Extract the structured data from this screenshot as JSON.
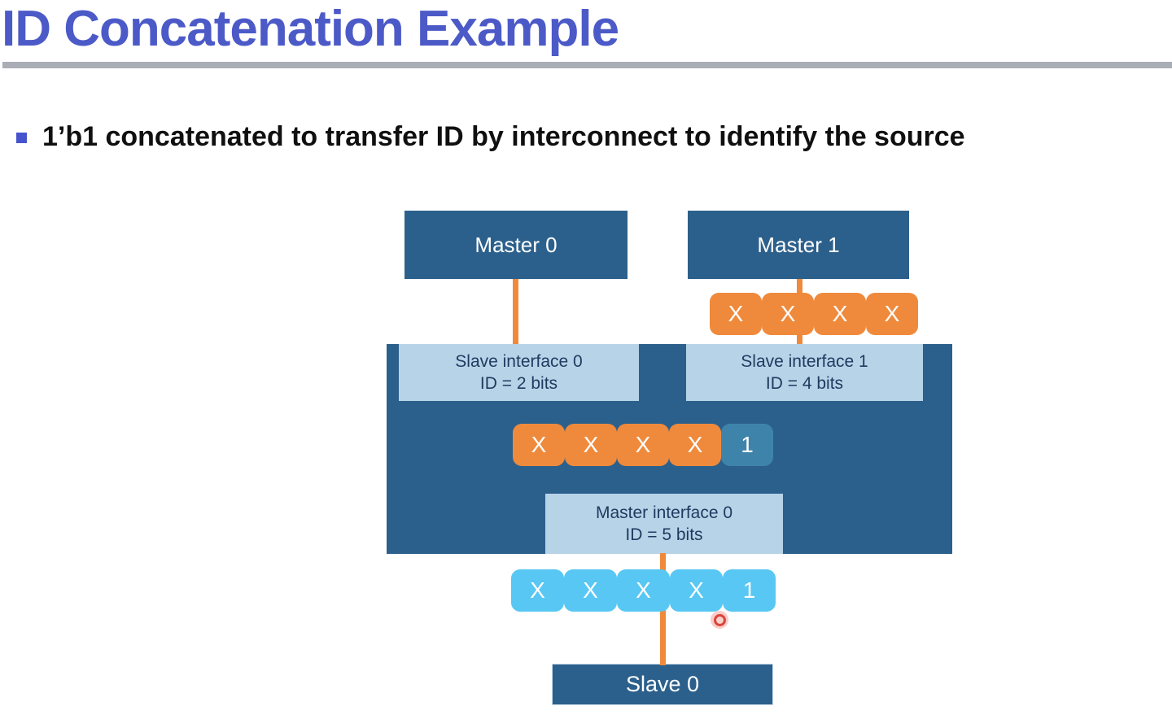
{
  "slide": {
    "title": "ID Concatenation Example",
    "bullet": "1’b1 concatenated to transfer ID by interconnect to identify the source"
  },
  "diagram": {
    "master0_label": "Master 0",
    "master1_label": "Master 1",
    "slave0_label": "Slave 0",
    "slave_interface0": {
      "title": "Slave interface 0",
      "id": "ID = 2 bits"
    },
    "slave_interface1": {
      "title": "Slave interface 1",
      "id": "ID = 4 bits"
    },
    "master_interface0": {
      "title": "Master interface 0",
      "id": "ID = 5 bits"
    },
    "master1_id_bits": [
      "X",
      "X",
      "X",
      "X"
    ],
    "concat_id_bits": [
      "X",
      "X",
      "X",
      "X",
      "1"
    ],
    "output_id_bits": [
      "X",
      "X",
      "X",
      "X",
      "1"
    ],
    "colors": {
      "title_blue": "#4c5ac8",
      "box_dark_blue": "#2c608c",
      "interface_light_blue": "#b7d3e8",
      "bit_orange": "#ef8a3c",
      "concat_bit_teal": "#3e84aa",
      "output_bit_cyan": "#58c7f3",
      "wire_orange": "#ef8a3c",
      "divider_gray": "#a9aeb6"
    }
  }
}
